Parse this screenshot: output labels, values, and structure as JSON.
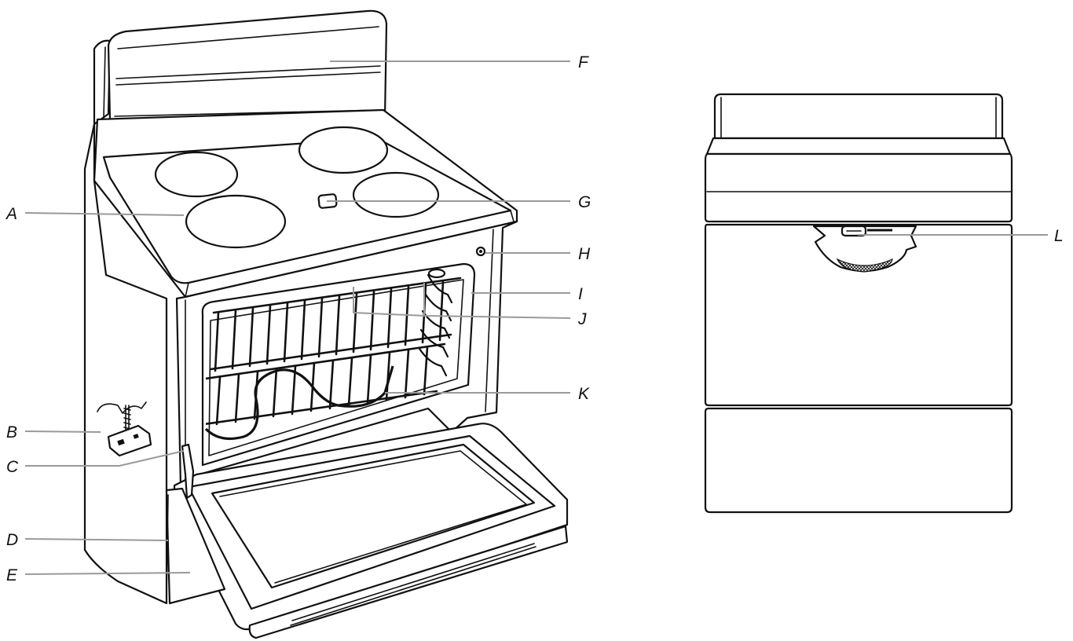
{
  "diagram": {
    "callouts": [
      {
        "id": "A",
        "label": "A"
      },
      {
        "id": "B",
        "label": "B"
      },
      {
        "id": "C",
        "label": "C"
      },
      {
        "id": "D",
        "label": "D"
      },
      {
        "id": "E",
        "label": "E"
      },
      {
        "id": "F",
        "label": "F"
      },
      {
        "id": "G",
        "label": "G"
      },
      {
        "id": "H",
        "label": "H"
      },
      {
        "id": "I",
        "label": "I"
      },
      {
        "id": "J",
        "label": "J"
      },
      {
        "id": "K",
        "label": "K"
      },
      {
        "id": "L",
        "label": "L"
      }
    ]
  },
  "colors": {
    "line": "#111111",
    "leader": "#9a9a9a",
    "background": "#ffffff"
  }
}
